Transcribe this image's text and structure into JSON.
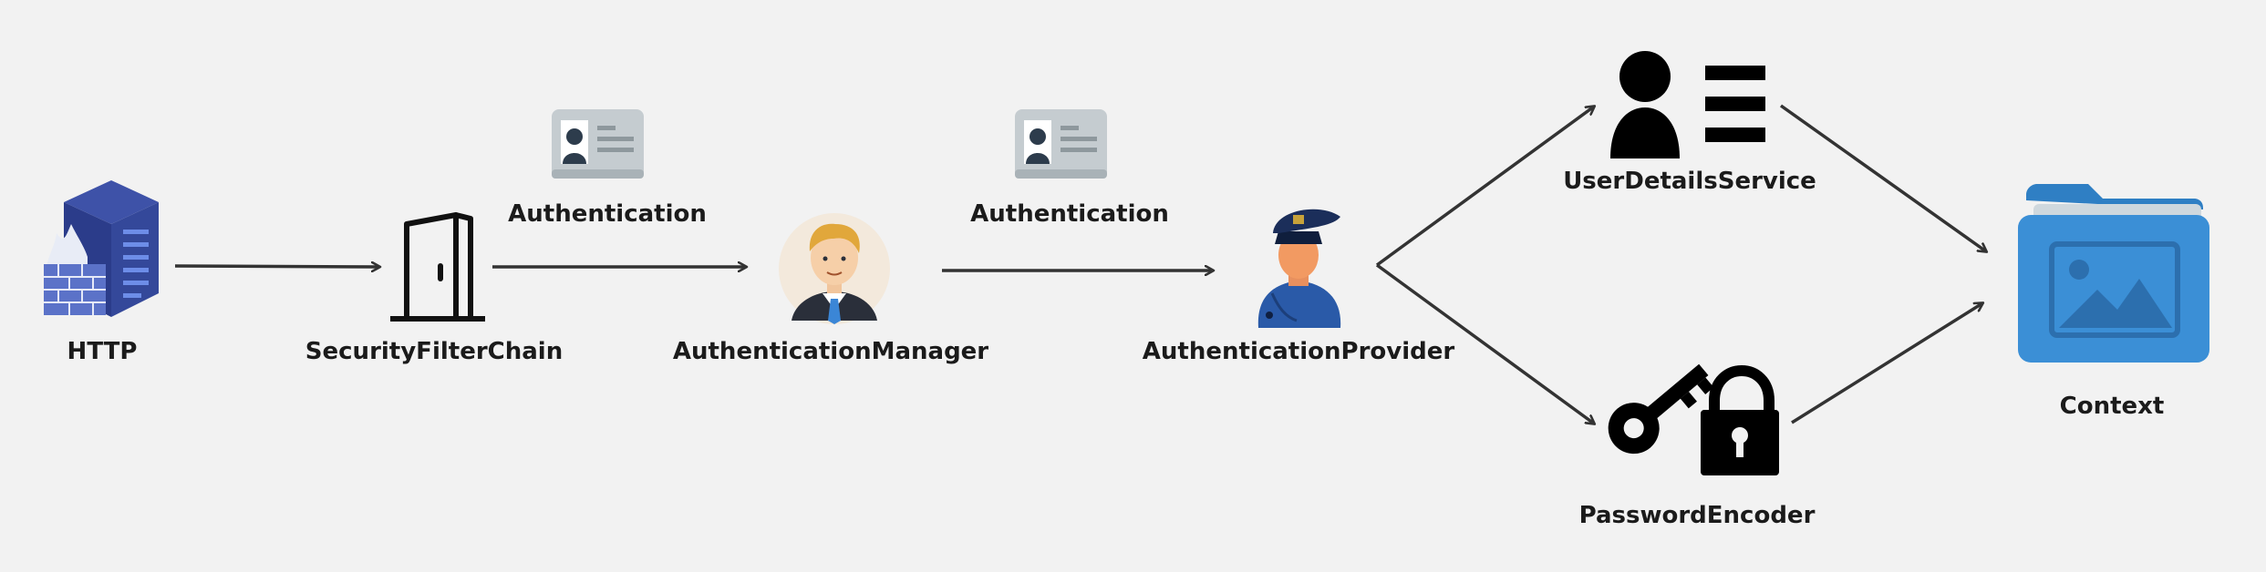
{
  "diagram": {
    "nodes": {
      "http": {
        "label": "HTTP",
        "icon": "firewall-server-icon"
      },
      "security_filter_chain": {
        "label": "SecurityFilterChain",
        "icon": "door-icon"
      },
      "authentication_manager": {
        "label": "AuthenticationManager",
        "icon": "manager-avatar-icon"
      },
      "authentication_provider": {
        "label": "AuthenticationProvider",
        "icon": "police-officer-icon"
      },
      "user_details_service": {
        "label": "UserDetailsService",
        "icon": "user-details-icon"
      },
      "password_encoder": {
        "label": "PasswordEncoder",
        "icon": "key-lock-icon"
      },
      "context": {
        "label": "Context",
        "icon": "image-folder-icon"
      }
    },
    "edge_labels": {
      "auth_1": {
        "label": "Authentication",
        "icon": "id-card-icon"
      },
      "auth_2": {
        "label": "Authentication",
        "icon": "id-card-icon"
      }
    },
    "colors": {
      "background": "#f2f2f2",
      "arrow": "#333333",
      "server": "#2d3f8f",
      "folder": "#3b8fd6",
      "police": "#2a5aa8"
    }
  }
}
